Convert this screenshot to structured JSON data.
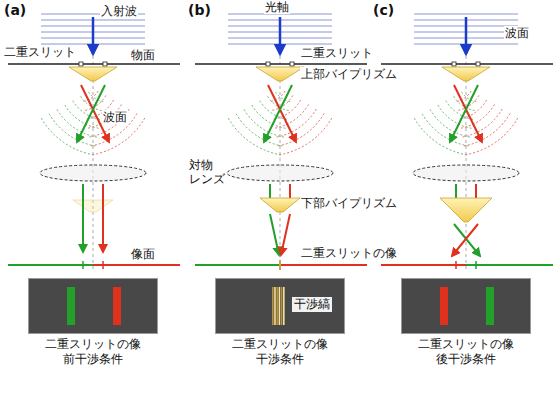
{
  "diagram": {
    "nodes": [
      {
        "text": [
          "二重スリットの像 前干渉条件"
        ]
      },
      {
        "text": [
          "干渉縞",
          "二重スリットの像 干渉条件"
        ]
      },
      {
        "text": [
          "二重スリットの像 後干渉条件"
        ]
      }
    ],
    "labels": [
      "(a)",
      "(b)",
      "(c)",
      "入射波",
      "光軸",
      "二重スリット",
      "物面",
      "二重スリット",
      "上部バイプリズム",
      "波面",
      "波面",
      "対物 レンズ",
      "下部バイプリズム",
      "像面",
      "二重スリットの像"
    ]
  }
}
